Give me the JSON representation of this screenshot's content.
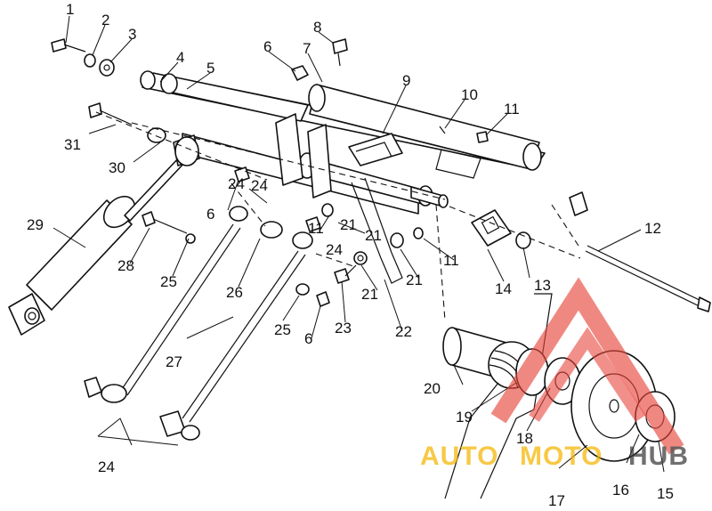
{
  "diagram": {
    "callouts": [
      "1",
      "2",
      "3",
      "4",
      "5",
      "6",
      "7",
      "8",
      "9",
      "10",
      "11",
      "12",
      "13",
      "14",
      "15",
      "16",
      "17",
      "18",
      "19",
      "20",
      "21",
      "22",
      "23",
      "24",
      "25",
      "26",
      "27",
      "28",
      "29",
      "30",
      "31",
      "6",
      "24",
      "11",
      "24",
      "21",
      "21",
      "11",
      "21",
      "25",
      "6",
      "24"
    ]
  },
  "watermark": {
    "part1": "AUTO",
    "part2": "MOTO",
    "part3": "HUB",
    "color_primary": "#e8453c",
    "color_secondary": "#f5b400",
    "color_dark": "#3a3a3a"
  }
}
